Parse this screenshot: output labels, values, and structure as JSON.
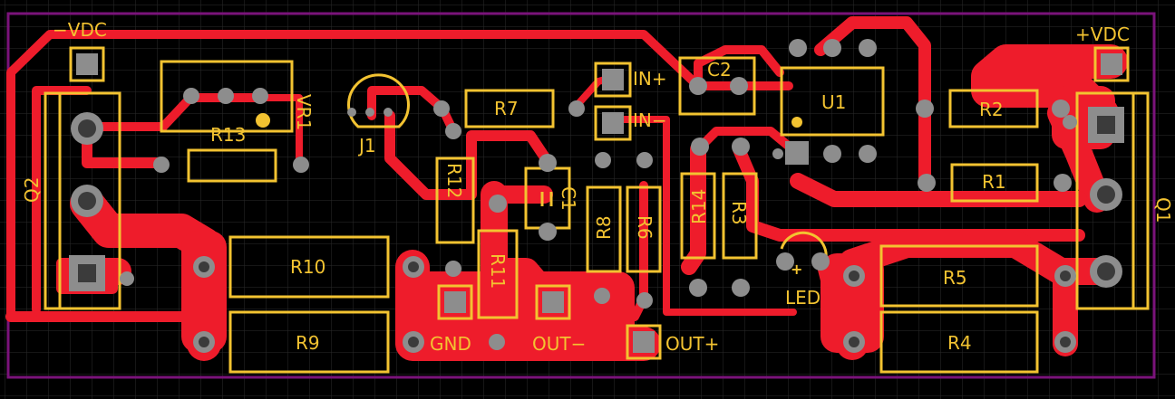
{
  "colors": {
    "background": "#000000",
    "grid": "#2b2b2b",
    "outline": "#7a137a",
    "copper": "#ee1c2b",
    "silkscreen": "#f3c331",
    "pad": "#8d8d8d",
    "pad_hole": "#3b3b3b"
  },
  "labels": {
    "neg_vdc": "−VDC",
    "pos_vdc": "+VDC",
    "q2": "Q2",
    "q1": "Q1",
    "r13": "R13",
    "vr1": "VR1",
    "j1": "J1",
    "r7": "R7",
    "in_plus": "IN+",
    "in_minus": "IN−",
    "c2": "C2",
    "u1": "U1",
    "r2": "R2",
    "r1": "R1",
    "r12": "R12",
    "c1": "C1",
    "r8": "R8",
    "r6": "R6",
    "r14": "R14",
    "r3": "R3",
    "r10": "R10",
    "r9": "R9",
    "r11": "R11",
    "led": "LED",
    "r5": "R5",
    "r4": "R4",
    "gnd": "GND",
    "out_minus": "OUT−",
    "out_plus": "OUT+"
  }
}
